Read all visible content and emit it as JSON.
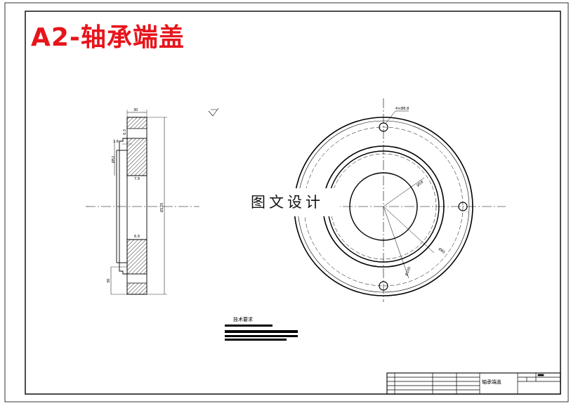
{
  "title": "A2-轴承端盖",
  "watermark": "图文设计",
  "tech_requirements": {
    "heading": "技术要求"
  },
  "title_block": {
    "part_name": "轴承端盖"
  },
  "side_view_dimensions": [
    "30",
    "6.3",
    "3.6",
    "Ø52",
    "7.9",
    "6.9",
    "Ø125",
    "30"
  ],
  "front_view_dimensions": [
    "4×Ø8.8",
    "Ø58",
    "Ø85",
    "Ø100"
  ],
  "colors": {
    "title": "#e8141b",
    "line": "#000000",
    "hatch": "#000000"
  }
}
